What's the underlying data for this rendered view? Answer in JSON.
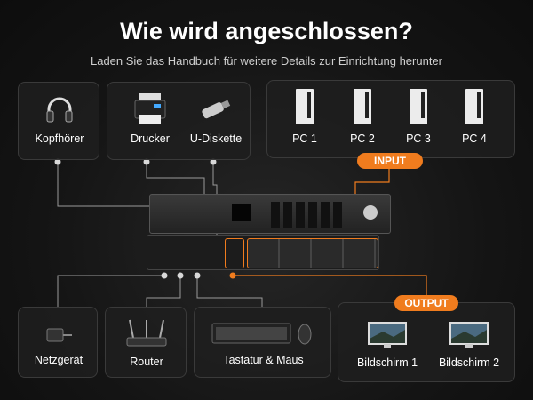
{
  "title": "Wie wird angeschlossen?",
  "subtitle": "Laden Sie das Handbuch für weitere Details zur Einrichtung herunter",
  "top_devices": {
    "headphones": "Kopfhörer",
    "printer": "Drucker",
    "usb": "U-Diskette"
  },
  "pcs": [
    "PC 1",
    "PC 2",
    "PC 3",
    "PC 4"
  ],
  "input_label": "INPUT",
  "output_label": "OUTPUT",
  "bottom_devices": {
    "power": "Netzgerät",
    "router": "Router",
    "keyboard": "Tastatur & Maus"
  },
  "monitors": [
    "Bildschirm 1",
    "Bildschirm 2"
  ],
  "colors": {
    "accent": "#f07c1e",
    "line": "#9a9a9a"
  }
}
